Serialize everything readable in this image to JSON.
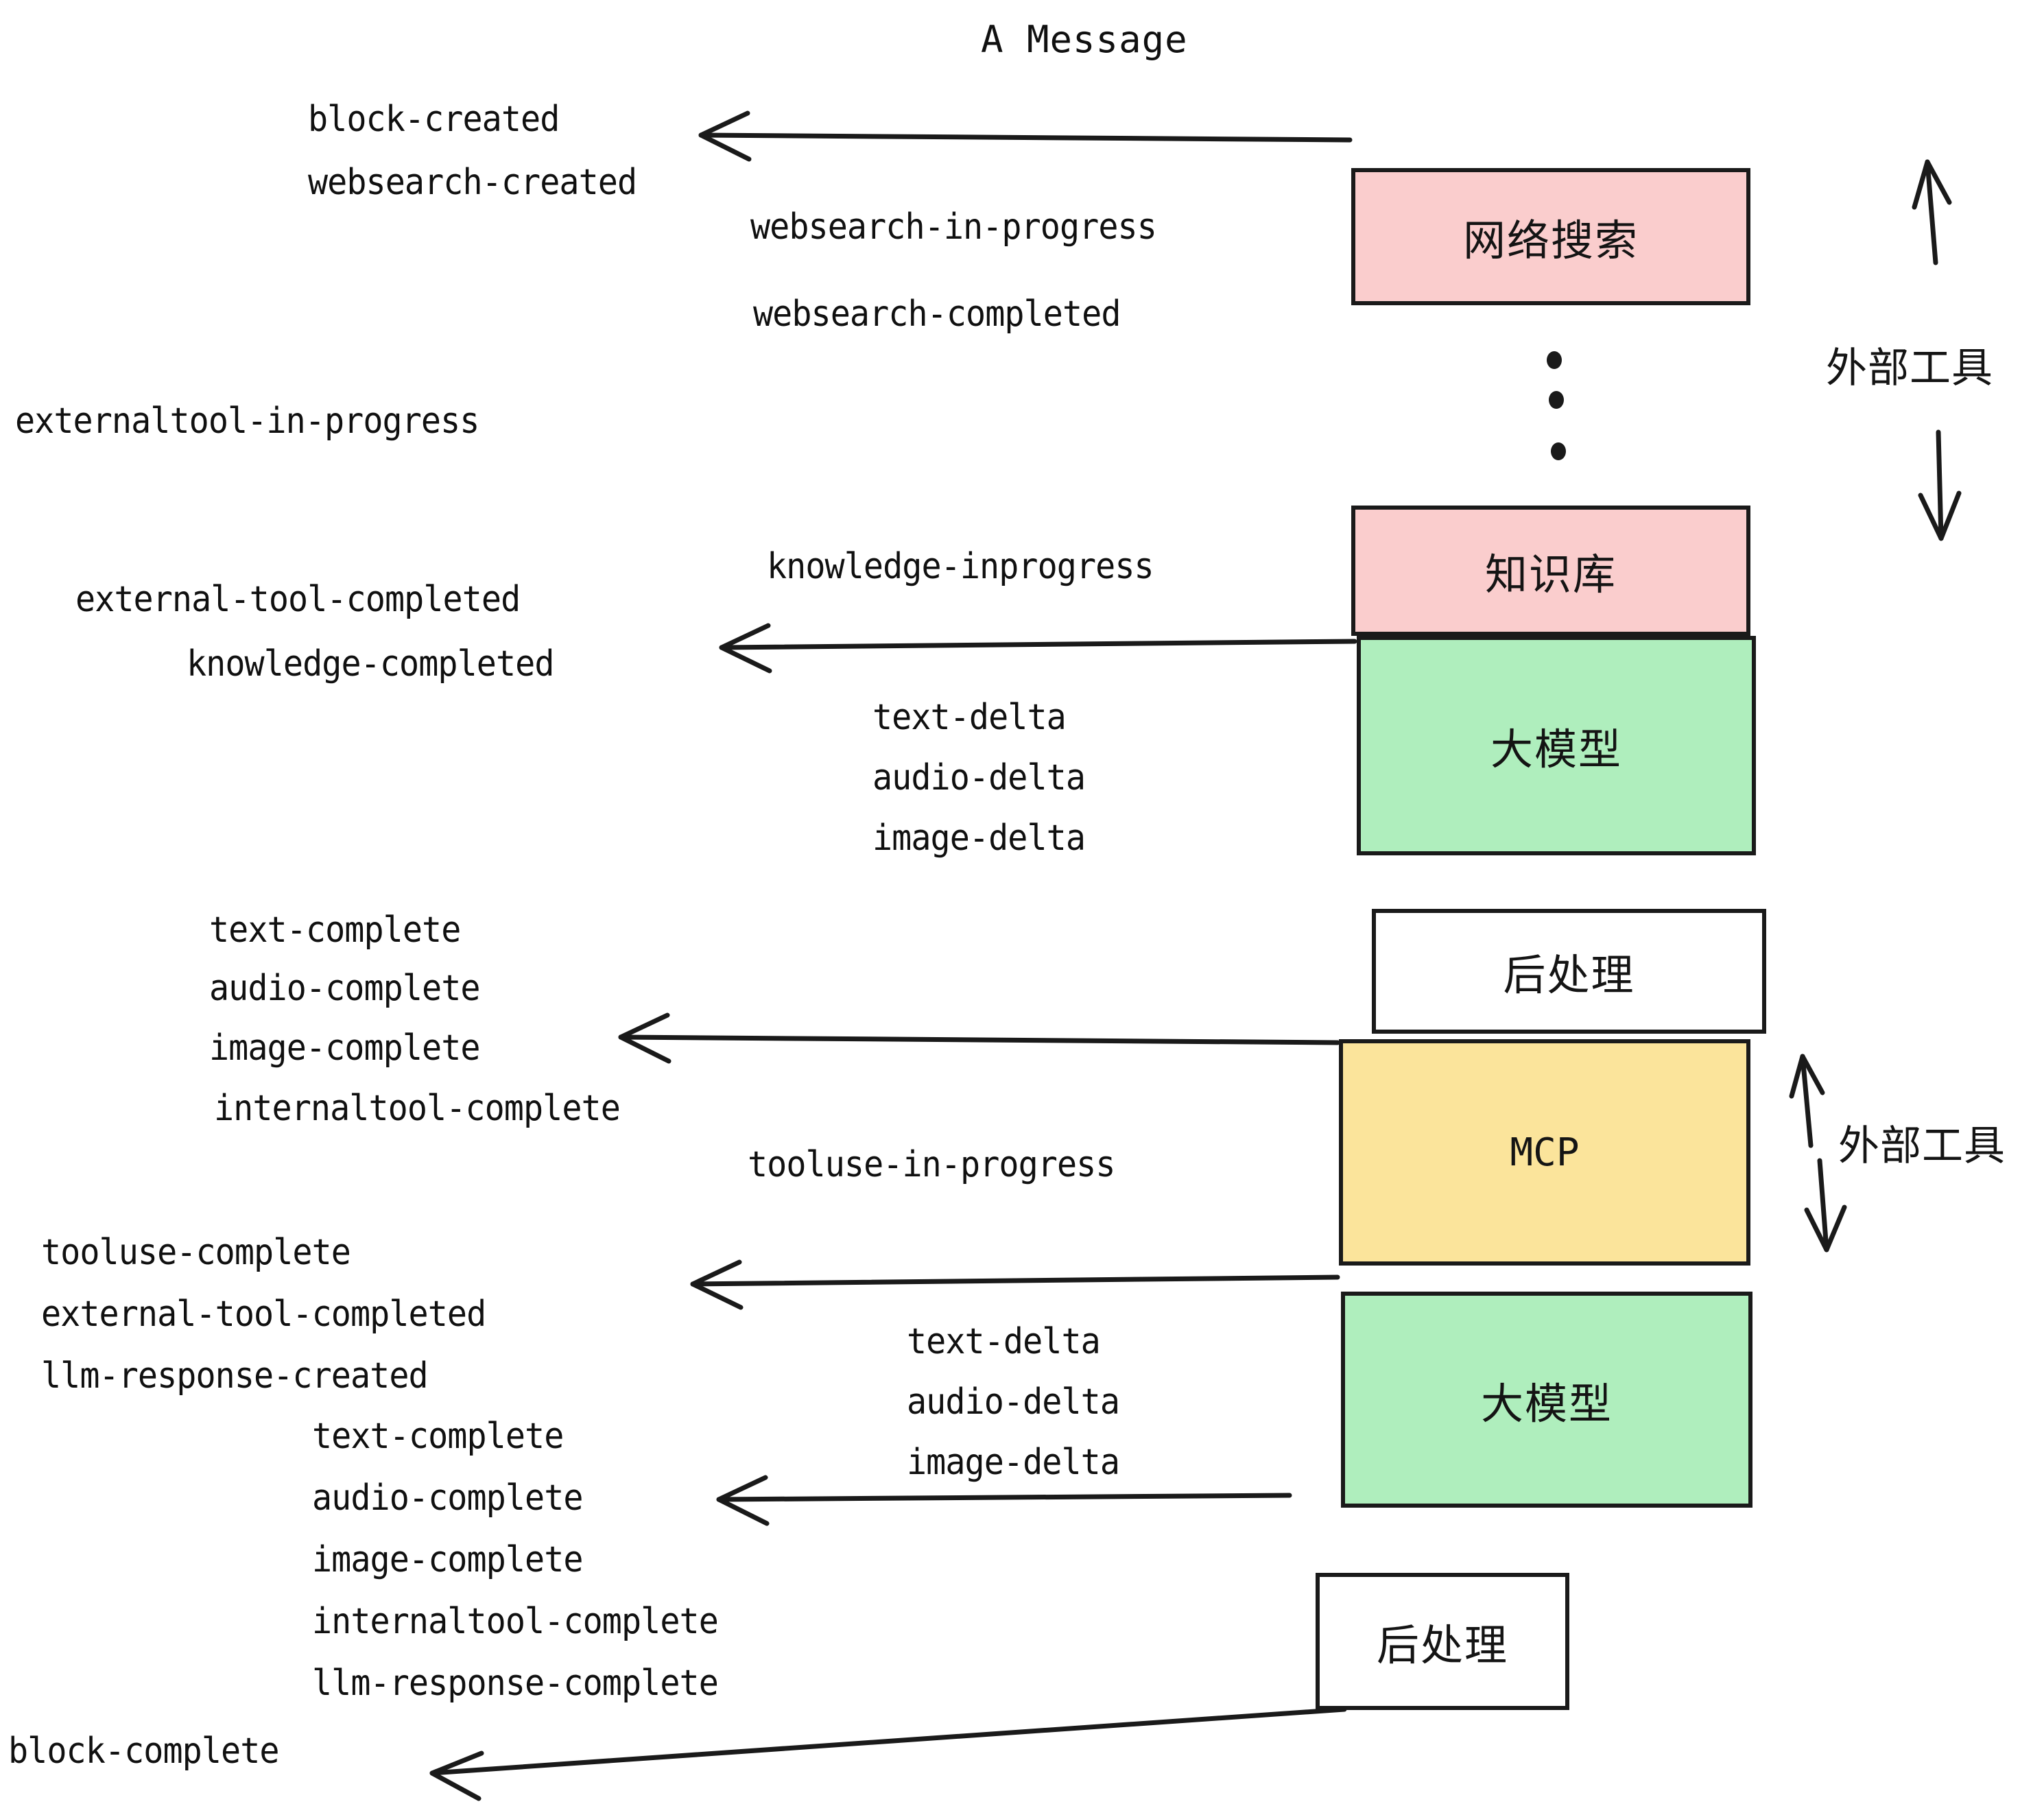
{
  "title": "A Message",
  "colors": {
    "pink": "#FACDCD",
    "green": "#AFEEBD",
    "yellow": "#FBE49B",
    "white": "#FFFFFF",
    "stroke": "#1a1a1a",
    "text": "#101010"
  },
  "boxes": [
    {
      "id": "websearch",
      "label": "网络搜索",
      "fill": "pink"
    },
    {
      "id": "knowledge",
      "label": "知识库",
      "fill": "pink"
    },
    {
      "id": "llm-1",
      "label": "大模型",
      "fill": "green"
    },
    {
      "id": "postprocess-1",
      "label": "后处理",
      "fill": "white"
    },
    {
      "id": "mcp",
      "label": "MCP",
      "fill": "yellow"
    },
    {
      "id": "llm-2",
      "label": "大模型",
      "fill": "green"
    },
    {
      "id": "postprocess-2",
      "label": "后处理",
      "fill": "white"
    }
  ],
  "side_labels": [
    {
      "id": "external-tools-top",
      "label": "外部工具"
    },
    {
      "id": "external-tools-bottom",
      "label": "外部工具"
    }
  ],
  "events": [
    {
      "id": "block-created",
      "text": "block-created"
    },
    {
      "id": "websearch-created",
      "text": "websearch-created"
    },
    {
      "id": "websearch-in-progress",
      "text": "websearch-in-progress"
    },
    {
      "id": "websearch-completed",
      "text": "websearch-completed"
    },
    {
      "id": "externaltool-in-progress",
      "text": "externaltool-in-progress"
    },
    {
      "id": "knowledge-inprogress",
      "text": "knowledge-inprogress"
    },
    {
      "id": "external-tool-completed-1",
      "text": "external-tool-completed"
    },
    {
      "id": "knowledge-completed",
      "text": "knowledge-completed"
    },
    {
      "id": "text-delta-1",
      "text": "text-delta"
    },
    {
      "id": "audio-delta-1",
      "text": "audio-delta"
    },
    {
      "id": "image-delta-1",
      "text": "image-delta"
    },
    {
      "id": "text-complete-1",
      "text": "text-complete"
    },
    {
      "id": "audio-complete-1",
      "text": "audio-complete"
    },
    {
      "id": "image-complete-1",
      "text": "image-complete"
    },
    {
      "id": "internaltool-complete-1",
      "text": "internaltool-complete"
    },
    {
      "id": "tooluse-in-progress",
      "text": "tooluse-in-progress"
    },
    {
      "id": "tooluse-complete",
      "text": "tooluse-complete"
    },
    {
      "id": "external-tool-completed-2",
      "text": "external-tool-completed"
    },
    {
      "id": "llm-response-created",
      "text": "llm-response-created"
    },
    {
      "id": "text-delta-2",
      "text": "text-delta"
    },
    {
      "id": "audio-delta-2",
      "text": "audio-delta"
    },
    {
      "id": "image-delta-2",
      "text": "image-delta"
    },
    {
      "id": "text-complete-2",
      "text": "text-complete"
    },
    {
      "id": "audio-complete-2",
      "text": "audio-complete"
    },
    {
      "id": "image-complete-2",
      "text": "image-complete"
    },
    {
      "id": "internaltool-complete-2",
      "text": "internaltool-complete"
    },
    {
      "id": "llm-response-complete",
      "text": "llm-response-complete"
    },
    {
      "id": "block-complete",
      "text": "block-complete"
    }
  ]
}
